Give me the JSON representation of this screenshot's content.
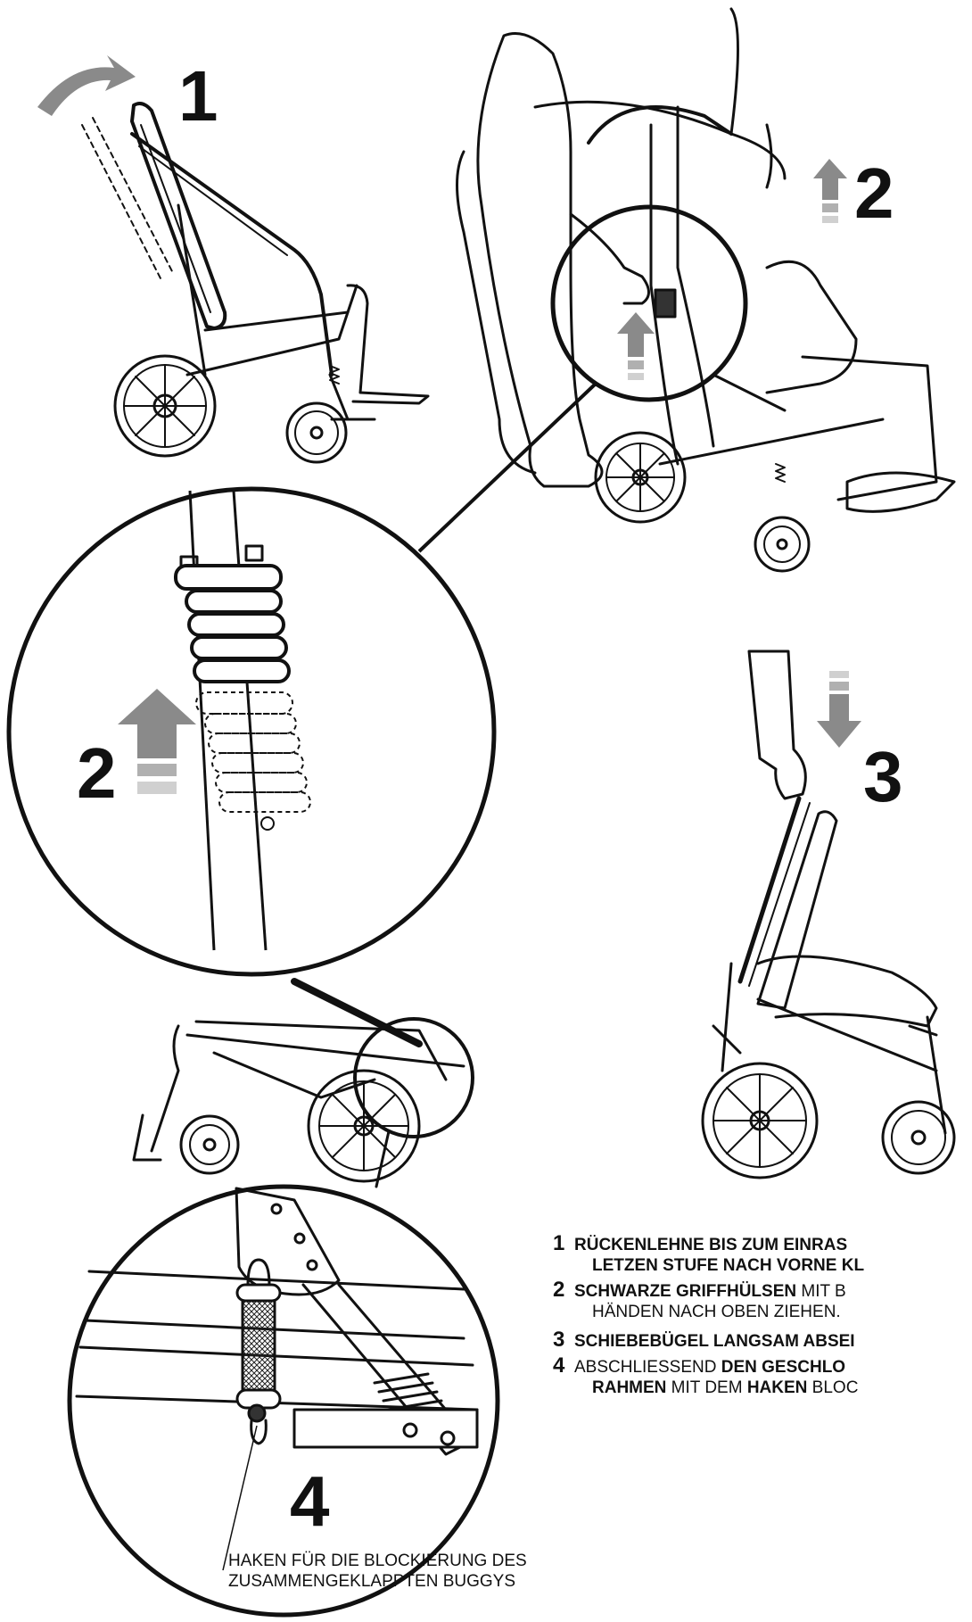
{
  "steps": {
    "s1": "1",
    "s2_top": "2",
    "s2_zoom": "2",
    "s3": "3",
    "s4": "4"
  },
  "instructions": [
    {
      "num": "1",
      "l1": [
        {
          "t": "RÜCKENLEHNE BIS  ZUM  EINRAS",
          "b": true
        }
      ],
      "l2": [
        {
          "t": "LETZEN STUFE NACH VORNE KL",
          "b": true
        }
      ]
    },
    {
      "num": "2",
      "l1": [
        {
          "t": "SCHWARZE  GRIFFHÜLSEN",
          "b": true
        },
        {
          "t": "  MIT  B",
          "b": false
        }
      ],
      "l2": [
        {
          "t": "HÄNDEN NACH OBEN ZIEHEN.",
          "b": false
        }
      ]
    },
    {
      "num": "3",
      "l1": [
        {
          "t": "SCHIEBEBÜGEL LANGSAM ABSEI",
          "b": true
        }
      ]
    },
    {
      "num": "4",
      "l1": [
        {
          "t": "ABSCHLIESSEND  ",
          "b": false
        },
        {
          "t": "DEN  GESCHLO",
          "b": true
        }
      ],
      "l2": [
        {
          "t": "RAHMEN",
          "b": true
        },
        {
          "t": " MIT DEM  ",
          "b": false
        },
        {
          "t": "HAKEN",
          "b": true
        },
        {
          "t": " BLOC",
          "b": false
        }
      ]
    }
  ],
  "caption": {
    "line1": "HAKEN FÜR DIE BLOCKIERUNG DES",
    "line2": "ZUSAMMENGEKLAPPTEN BUGGYS"
  },
  "colors": {
    "line": "#111111",
    "arrow": "#8a8a8a",
    "arrow_light": "#c4c4c4",
    "paper": "#ffffff"
  }
}
